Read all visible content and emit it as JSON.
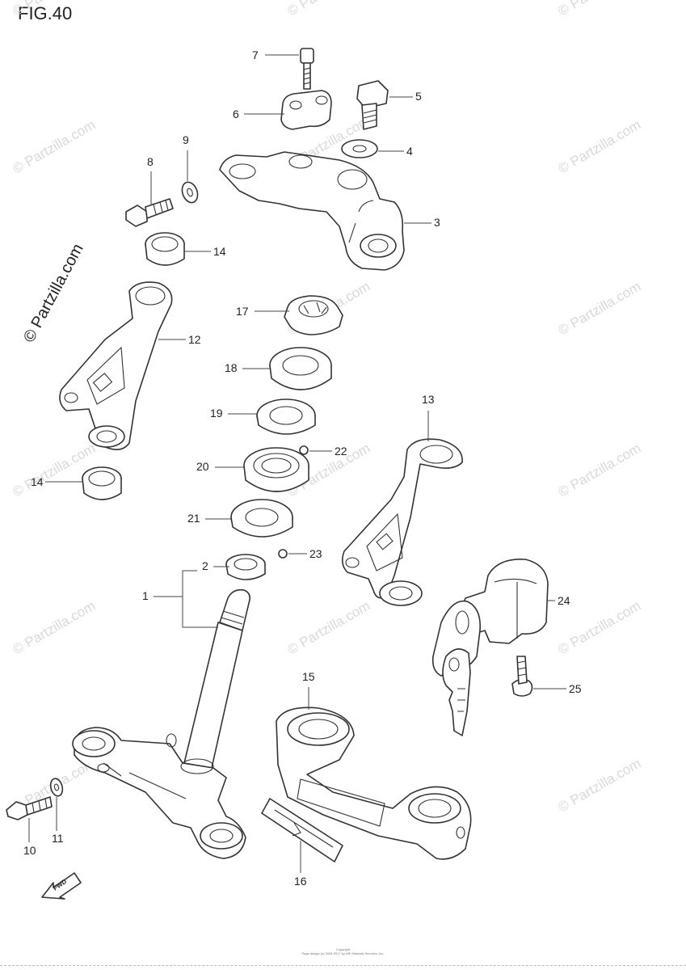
{
  "figure": {
    "title": "FIG.40"
  },
  "watermark": {
    "text": "© Partzilla.com",
    "side_text": "© Partzilla.com"
  },
  "callouts": [
    {
      "id": "1",
      "label": "1"
    },
    {
      "id": "2",
      "label": "2"
    },
    {
      "id": "3",
      "label": "3"
    },
    {
      "id": "4",
      "label": "4"
    },
    {
      "id": "5",
      "label": "5"
    },
    {
      "id": "6",
      "label": "6"
    },
    {
      "id": "7",
      "label": "7"
    },
    {
      "id": "8",
      "label": "8"
    },
    {
      "id": "9",
      "label": "9"
    },
    {
      "id": "10",
      "label": "10"
    },
    {
      "id": "11",
      "label": "11"
    },
    {
      "id": "12",
      "label": "12"
    },
    {
      "id": "13",
      "label": "13"
    },
    {
      "id": "14a",
      "label": "14"
    },
    {
      "id": "14b",
      "label": "14"
    },
    {
      "id": "15",
      "label": "15"
    },
    {
      "id": "16",
      "label": "16"
    },
    {
      "id": "17",
      "label": "17"
    },
    {
      "id": "18",
      "label": "18"
    },
    {
      "id": "19",
      "label": "19"
    },
    {
      "id": "20",
      "label": "20"
    },
    {
      "id": "21",
      "label": "21"
    },
    {
      "id": "22",
      "label": "22"
    },
    {
      "id": "23",
      "label": "23"
    },
    {
      "id": "24",
      "label": "24"
    },
    {
      "id": "25",
      "label": "25"
    }
  ],
  "direction_marker": {
    "label": "FWD"
  },
  "footer": {
    "line1": "Copyright",
    "line2": "Page design (c) 2004-2017 by ARI Network Services, Inc."
  }
}
